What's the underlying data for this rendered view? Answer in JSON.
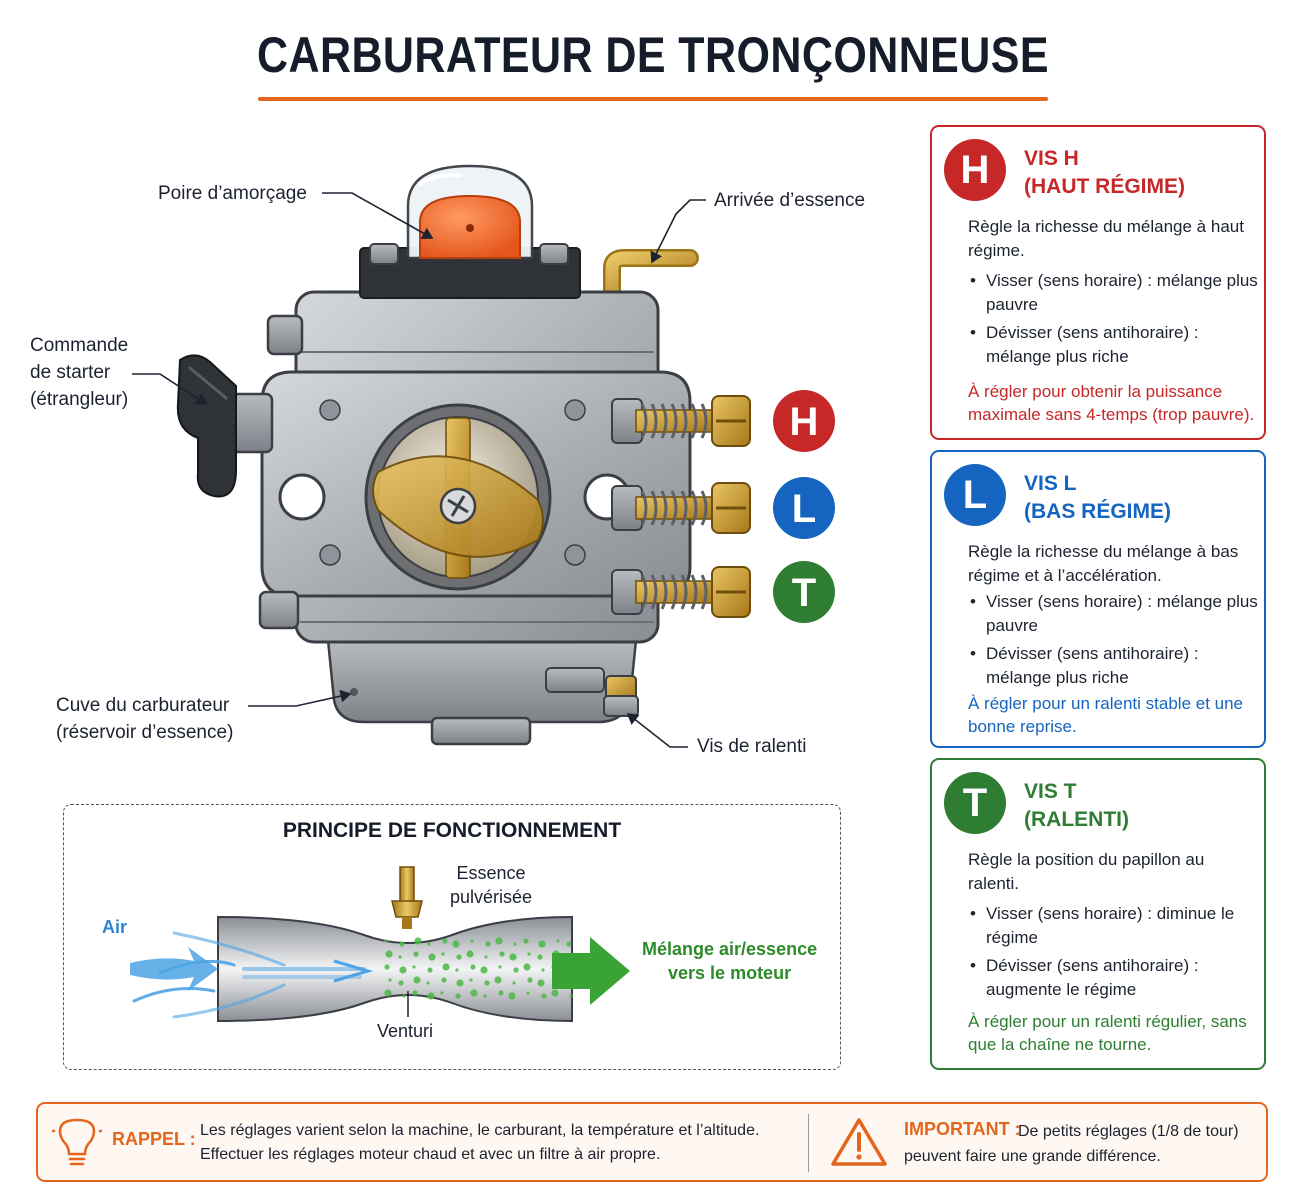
{
  "title": "CARBURATEUR DE TRONÇONNEUSE",
  "colors": {
    "accent": "#e4661c",
    "h": "#c62828",
    "l": "#1565c0",
    "t": "#2e7d32",
    "brass": "#c9982c",
    "body": "#a9adb2"
  },
  "labels": {
    "primer": "Poire d’amorçage",
    "fuel_inlet": "Arrivée d’essence",
    "choke": [
      "Commande",
      "de starter",
      "(étrangleur)"
    ],
    "bowl": [
      "Cuve du carburateur",
      "(réservoir d’essence)"
    ],
    "idle": "Vis de ralenti"
  },
  "screw_badges": [
    "H",
    "L",
    "T"
  ],
  "cards": {
    "h": {
      "letter": "H",
      "title": [
        "VIS H",
        "(HAUT RÉGIME)"
      ],
      "desc": "Règle la richesse du mélange à haut régime.",
      "bullets": [
        "Visser (sens horaire) : mélange plus pauvre",
        "Dévisser (sens antihoraire) : mélange plus riche"
      ],
      "note": "À régler pour obtenir la puissance maximale sans 4-temps (trop pauvre)."
    },
    "l": {
      "letter": "L",
      "title": [
        "VIS L",
        "(BAS RÉGIME)"
      ],
      "desc": "Règle la richesse du mélange à bas régime et à l’accélération.",
      "bullets": [
        "Visser (sens horaire) : mélange plus pauvre",
        "Dévisser (sens antihoraire) : mélange plus riche"
      ],
      "note": "À régler pour un ralenti stable et une bonne reprise."
    },
    "t": {
      "letter": "T",
      "title": [
        "VIS T",
        "(RALENTI)"
      ],
      "desc": "Règle la position du papillon au ralenti.",
      "bullets": [
        "Visser (sens horaire) : diminue le régime",
        "Dévisser (sens antihoraire) : augmente le régime"
      ],
      "note": "À régler pour un ralenti régulier, sans que la chaîne ne tourne."
    }
  },
  "principle": {
    "title": "PRINCIPE DE FONCTIONNEMENT",
    "fuel": [
      "Essence",
      "pulvérisée"
    ],
    "air": "Air",
    "venturi": "Venturi",
    "mix": [
      "Mélange air/essence",
      "vers le moteur"
    ]
  },
  "footer": {
    "rappel_label": "RAPPEL :",
    "rappel_lines": [
      "Les réglages varient selon la machine, le carburant, la température et l’altitude.",
      "Effectuer les réglages moteur chaud et avec un filtre à air propre."
    ],
    "important_label": "IMPORTANT :",
    "important_lines": [
      "De petits réglages (1/8 de tour)",
      "peuvent faire une grande différence."
    ]
  }
}
